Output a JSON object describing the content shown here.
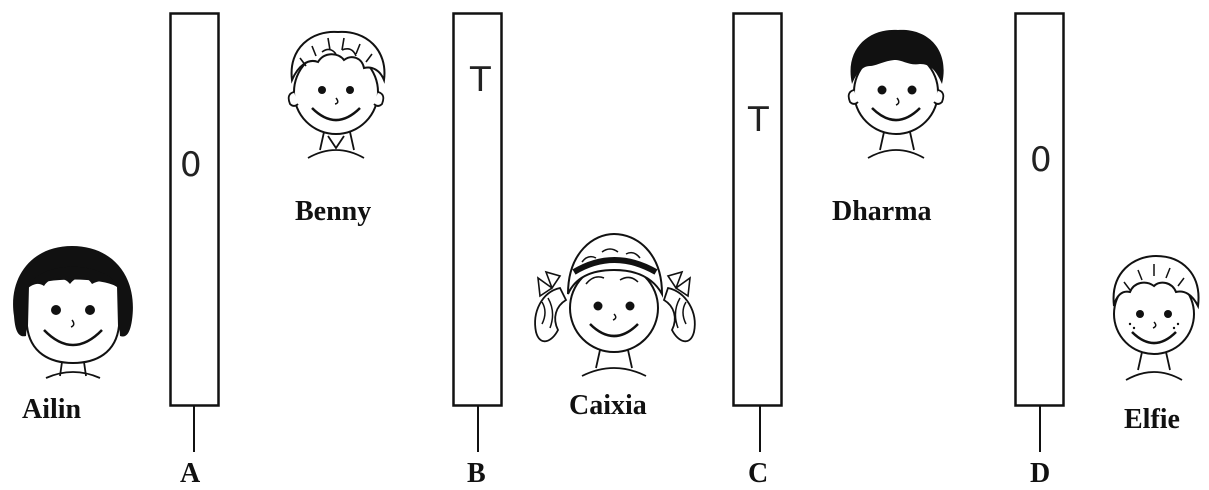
{
  "children": [
    {
      "name": "Ailin"
    },
    {
      "name": "Benny"
    },
    {
      "name": "Caixia"
    },
    {
      "name": "Dharma"
    },
    {
      "name": "Elfie"
    }
  ],
  "panels": [
    {
      "letter": "A",
      "mark": "0"
    },
    {
      "letter": "B",
      "mark": "T"
    },
    {
      "letter": "C",
      "mark": "T"
    },
    {
      "letter": "D",
      "mark": "0"
    }
  ]
}
